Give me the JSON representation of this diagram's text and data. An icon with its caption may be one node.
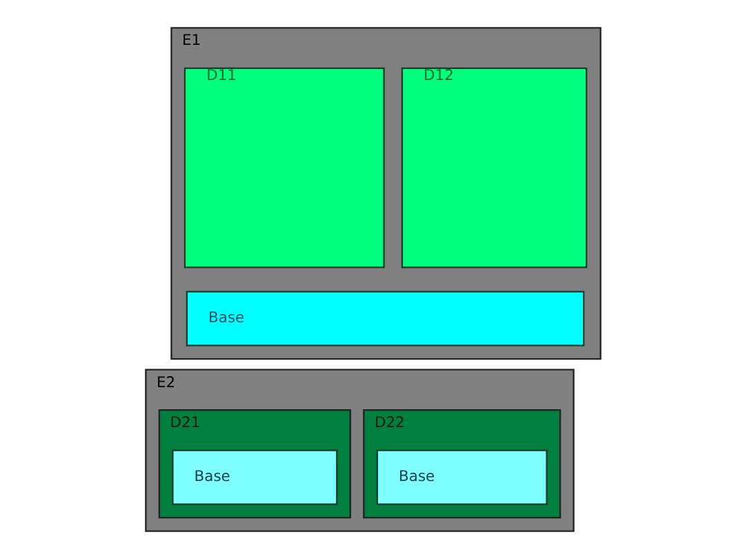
{
  "diagram": {
    "nodes": [
      {
        "text": [
          "E1"
        ]
      },
      {
        "text": [
          "D11"
        ],
        "in": 0
      },
      {
        "text": [
          "D12"
        ],
        "in": 0
      },
      {
        "text": [
          "Base"
        ],
        "in": 0
      },
      {
        "text": [
          "E2"
        ]
      },
      {
        "text": [
          "D21"
        ],
        "in": 4
      },
      {
        "text": [
          "Base"
        ],
        "in": 5
      },
      {
        "text": [
          "D22"
        ],
        "in": 4
      },
      {
        "text": [
          "Base"
        ],
        "in": 7
      }
    ]
  }
}
